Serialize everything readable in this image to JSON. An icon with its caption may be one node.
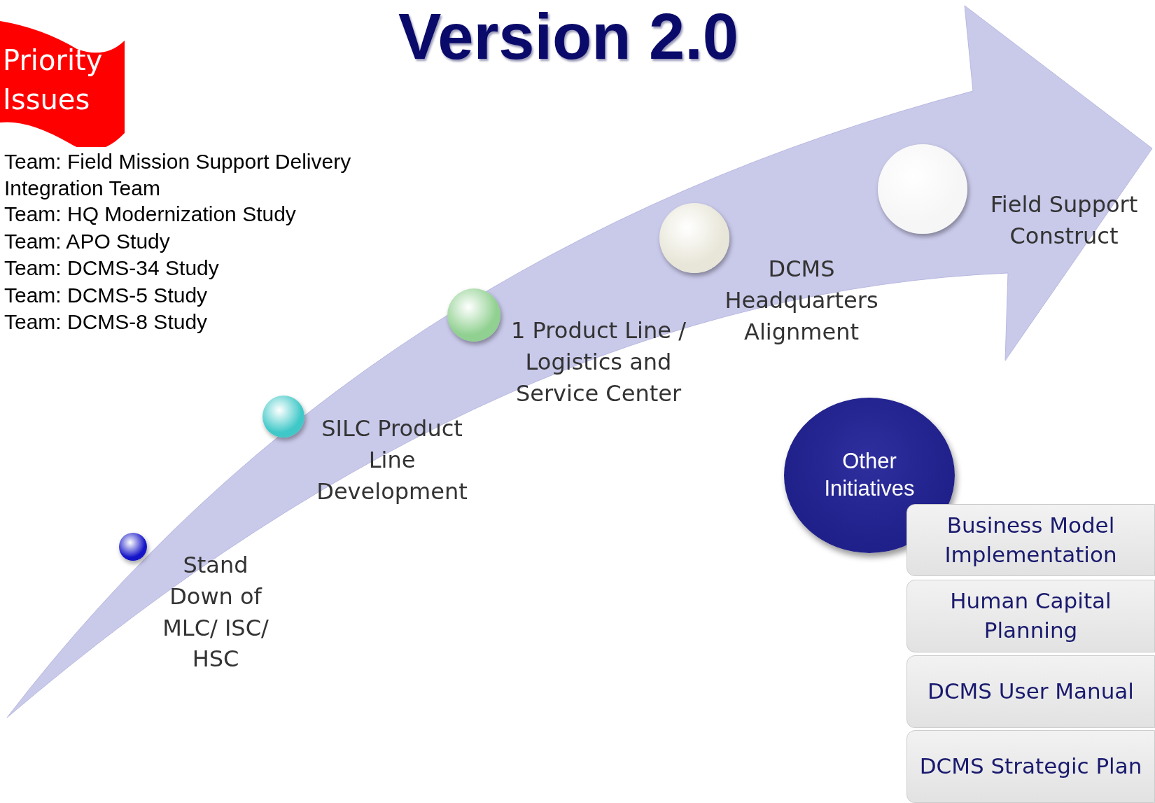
{
  "diagram": {
    "title": "Version 2.0",
    "nodes": [
      {
        "text": [
          "Priority Issues"
        ]
      },
      {
        "text": [],
        "shape": "circle",
        "beside": [
          "Stand Down of MLC/ ISC/ HSC"
        ]
      },
      {
        "text": [],
        "shape": "circle",
        "beside": [
          "SILC Product Line Development"
        ]
      },
      {
        "text": [],
        "shape": "circle",
        "beside": [
          "1 Product Line / Logistics and Service Center"
        ]
      },
      {
        "text": [],
        "shape": "circle",
        "beside": [
          "DCMS Headquarters Alignment"
        ]
      },
      {
        "text": [],
        "shape": "circle",
        "beside": [
          "Field Support Construct"
        ]
      },
      {
        "text": [
          "Other Initiatives"
        ]
      },
      {
        "text": [
          "Business Model Implementation"
        ]
      },
      {
        "text": [
          "Human Capital Planning"
        ]
      },
      {
        "text": [
          "DCMS User Manual"
        ]
      },
      {
        "text": [
          "DCMS Strategic Plan"
        ]
      }
    ],
    "edges": [],
    "labels": [
      "Team: Field Mission Support Delivery Integration Team",
      "Team: HQ Modernization Study",
      "Team: APO Study",
      "Team:  DCMS-34 Study",
      "Team:  DCMS-5 Study",
      "Team:  DCMS-8 Study"
    ]
  }
}
